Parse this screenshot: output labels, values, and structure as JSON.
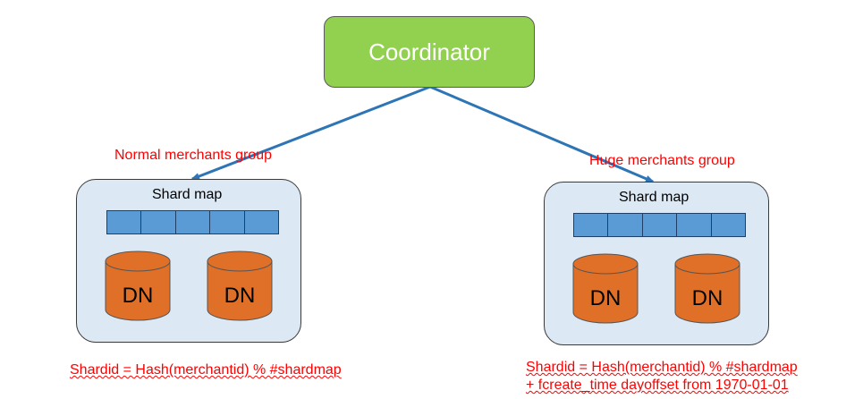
{
  "coordinator": {
    "label": "Coordinator"
  },
  "groups": [
    {
      "label": "Normal merchants group",
      "shard_map_title": "Shard map",
      "shard_cells": 5,
      "nodes": [
        "DN",
        "DN"
      ],
      "formula": [
        "Shardid = Hash(merchantid) % #shardmap"
      ]
    },
    {
      "label": "Huge merchants group",
      "shard_map_title": "Shard map",
      "shard_cells": 5,
      "nodes": [
        "DN",
        "DN"
      ],
      "formula": [
        "Shardid = Hash(merchantid) % #shardmap",
        "+ fcreate_time dayoffset from 1970-01-01"
      ]
    }
  ],
  "colors": {
    "coordinator": "#92d050",
    "group_box": "#dce9f5",
    "shard_cell": "#5b9bd5",
    "db": "#e07028",
    "arrow": "#2e75b6",
    "annotation": "#ff0000"
  }
}
